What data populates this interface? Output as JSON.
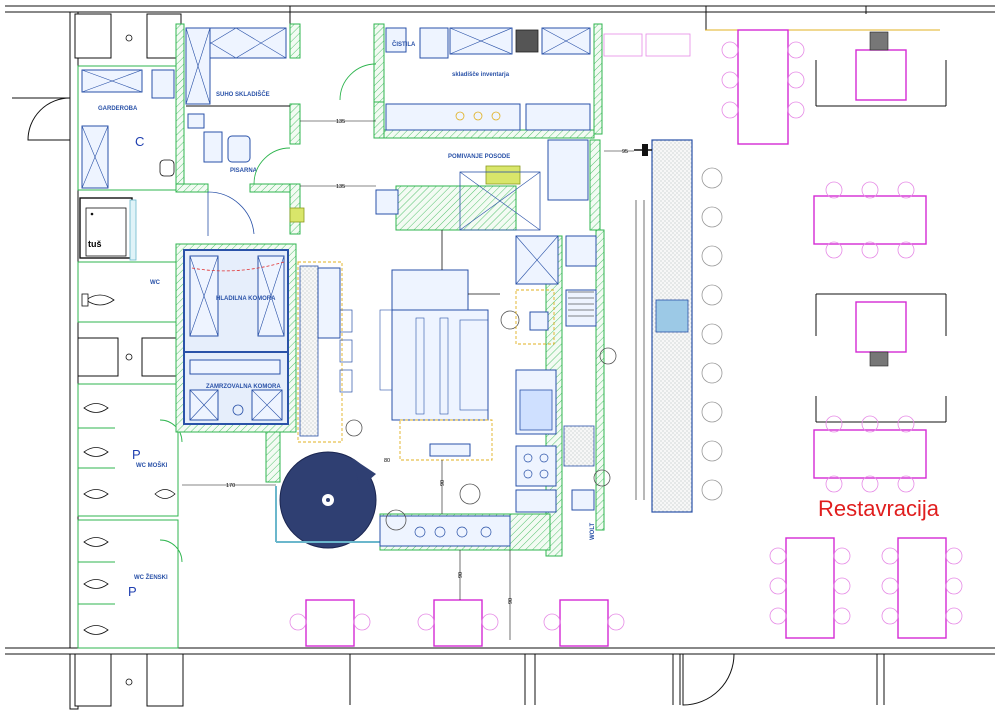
{
  "plan": {
    "rooms": {
      "garderoba": "GARDEROBA",
      "suho_skladisce": "SUHO SKLADIŠČE",
      "pisarna": "PISARNA",
      "cistila": "ČISTILA",
      "skladisce_inventarja": "skladišče inventarja",
      "pomivanje_posode": "POMIVANJE POSODE",
      "hladilna_komora": "HLADILNA KOMORA",
      "zamrzovalna_komora": "ZAMRZOVALNA KOMORA",
      "wc": "WC",
      "wc_moski": "WC MOŠKI",
      "wc_zenski": "WC ŽENSKI",
      "tus": "tuš",
      "wolt": "WOLT"
    },
    "zone_label": "Restavracija",
    "letters": {
      "c": "C",
      "p1": "P",
      "p2": "P"
    },
    "dimensions": {
      "d135_top": "135",
      "d135_mid": "135",
      "d95": "95",
      "d170": "170",
      "d80": "80",
      "d90_a": "90",
      "d90_b": "90",
      "d90_c": "90"
    },
    "colors": {
      "wall": "#111111",
      "equipment": "#2a52a8",
      "partition": "#2fb54f",
      "furniture": "#d42ad4",
      "label_red": "#e01e1e",
      "dark_fill": "#2f3f72"
    }
  }
}
